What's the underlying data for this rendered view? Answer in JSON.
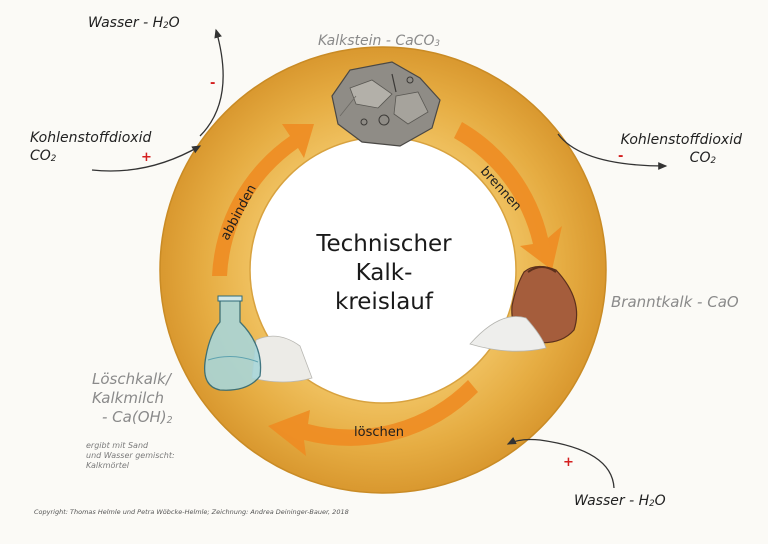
{
  "title_lines": [
    "Technischer",
    "Kalk-",
    "kreislauf"
  ],
  "substances": {
    "kalkstein": {
      "name": "Kalkstein - CaCO",
      "sub": "3"
    },
    "branntkalk": {
      "name": "Branntkalk - CaO"
    },
    "loeschkalk": {
      "lines": [
        "Löschkalk/",
        "Kalkmilch",
        "- Ca(OH)"
      ],
      "sub": "2"
    }
  },
  "note_lines": [
    "ergibt mit Sand",
    "und Wasser gemischt:",
    "Kalkmörtel"
  ],
  "processes": {
    "brennen": "brennen",
    "loeschen": "löschen",
    "abbinden": "abbinden"
  },
  "flows": {
    "water_out": {
      "label": "Wasser - H",
      "sub": "2",
      "tail": "O",
      "sign": "-"
    },
    "co2_in": {
      "label": "Kohlenstoffdioxid",
      "formula": "CO",
      "sub": "2",
      "sign": "+"
    },
    "co2_out": {
      "label": "Kohlenstoffdioxid",
      "formula": "CO",
      "sub": "2",
      "sign": "-"
    },
    "water_in": {
      "label": "Wasser - H",
      "sub": "2",
      "tail": "O",
      "sign": "+"
    }
  },
  "copyright": "Copyright: Thomas Helmle und Petra Wöbcke-Helmle; Zeichnung: Andrea Deininger-Bauer, 2018",
  "colors": {
    "ring": "#e9b54a",
    "ring_dark": "#d99a2e",
    "arrow": "#ef8f22",
    "inner": "#ffffff",
    "sign": "#d41f1f"
  }
}
